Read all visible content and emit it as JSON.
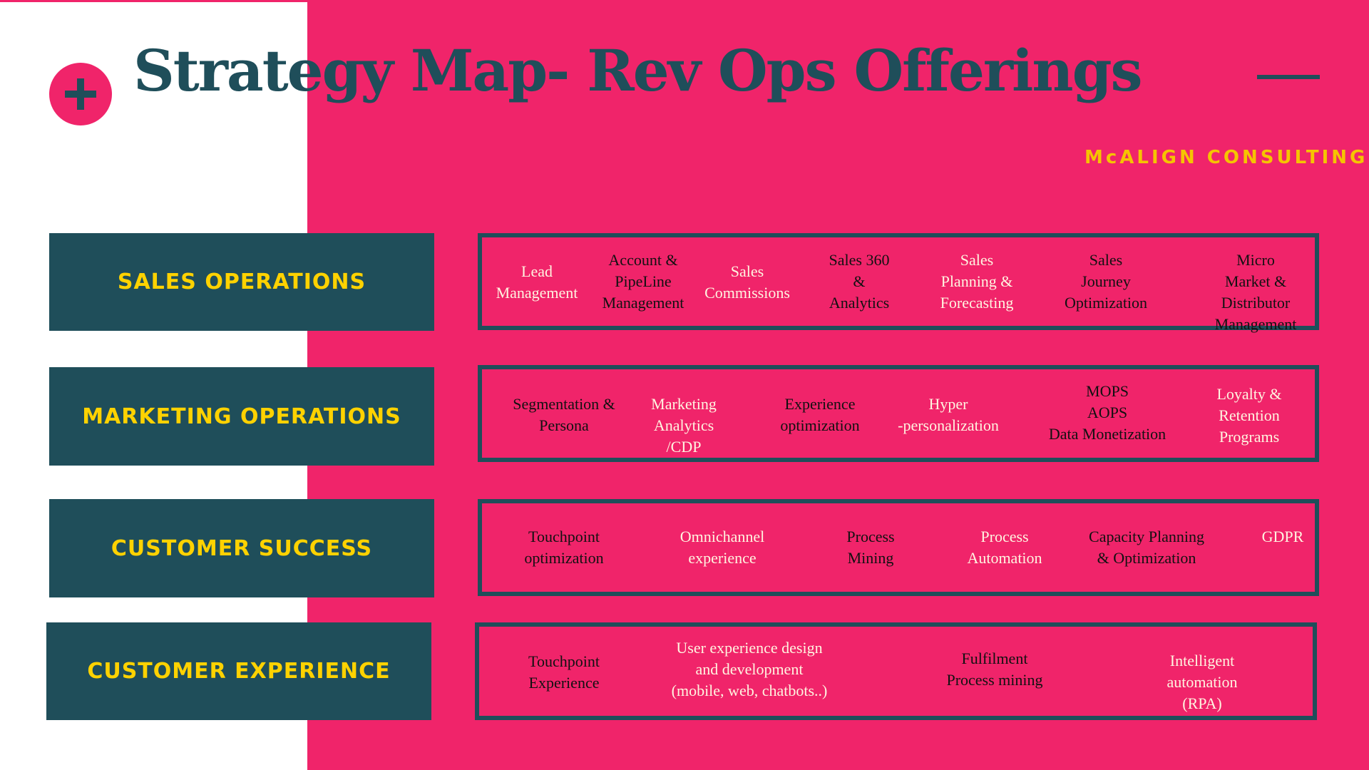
{
  "header": {
    "title": "Strategy Map- Rev Ops Offerings",
    "brand": "McALIGN CONSULTING",
    "plus_icon": "plus-icon"
  },
  "colors": {
    "accent": "#F0246A",
    "dark": "#1F4E5A",
    "yellow": "#FFD200",
    "light_text": "#FFF4E0",
    "dark_text": "#111111"
  },
  "rows": [
    {
      "label": "SALES OPERATIONS",
      "items": [
        "Lead\nManagement",
        "Account &\nPipeLine\nManagement",
        "Sales\nCommissions",
        "Sales 360\n&\nAnalytics",
        "Sales\nPlanning &\nForecasting",
        "Sales\nJourney\nOptimization",
        "Micro Market &\nDistributor\nManagement"
      ]
    },
    {
      "label": "MARKETING OPERATIONS",
      "items": [
        "Segmentation &\nPersona",
        "Marketing\nAnalytics\n/CDP",
        "Experience\noptimization",
        "Hyper\n-personalization",
        "MOPS\nAOPS\nData Monetization",
        "Loyalty &\nRetention\nPrograms"
      ]
    },
    {
      "label": "CUSTOMER SUCCESS",
      "items": [
        "Touchpoint\noptimization",
        "Omnichannel\nexperience",
        "Process\nMining",
        "Process\nAutomation",
        "Capacity Planning\n& Optimization",
        "GDPR"
      ]
    },
    {
      "label": "CUSTOMER EXPERIENCE",
      "items": [
        "Touchpoint\nExperience",
        "User experience design\nand development\n(mobile, web, chatbots..)",
        "Fulfilment\nProcess mining",
        "Intelligent automation\n(RPA)"
      ]
    }
  ]
}
